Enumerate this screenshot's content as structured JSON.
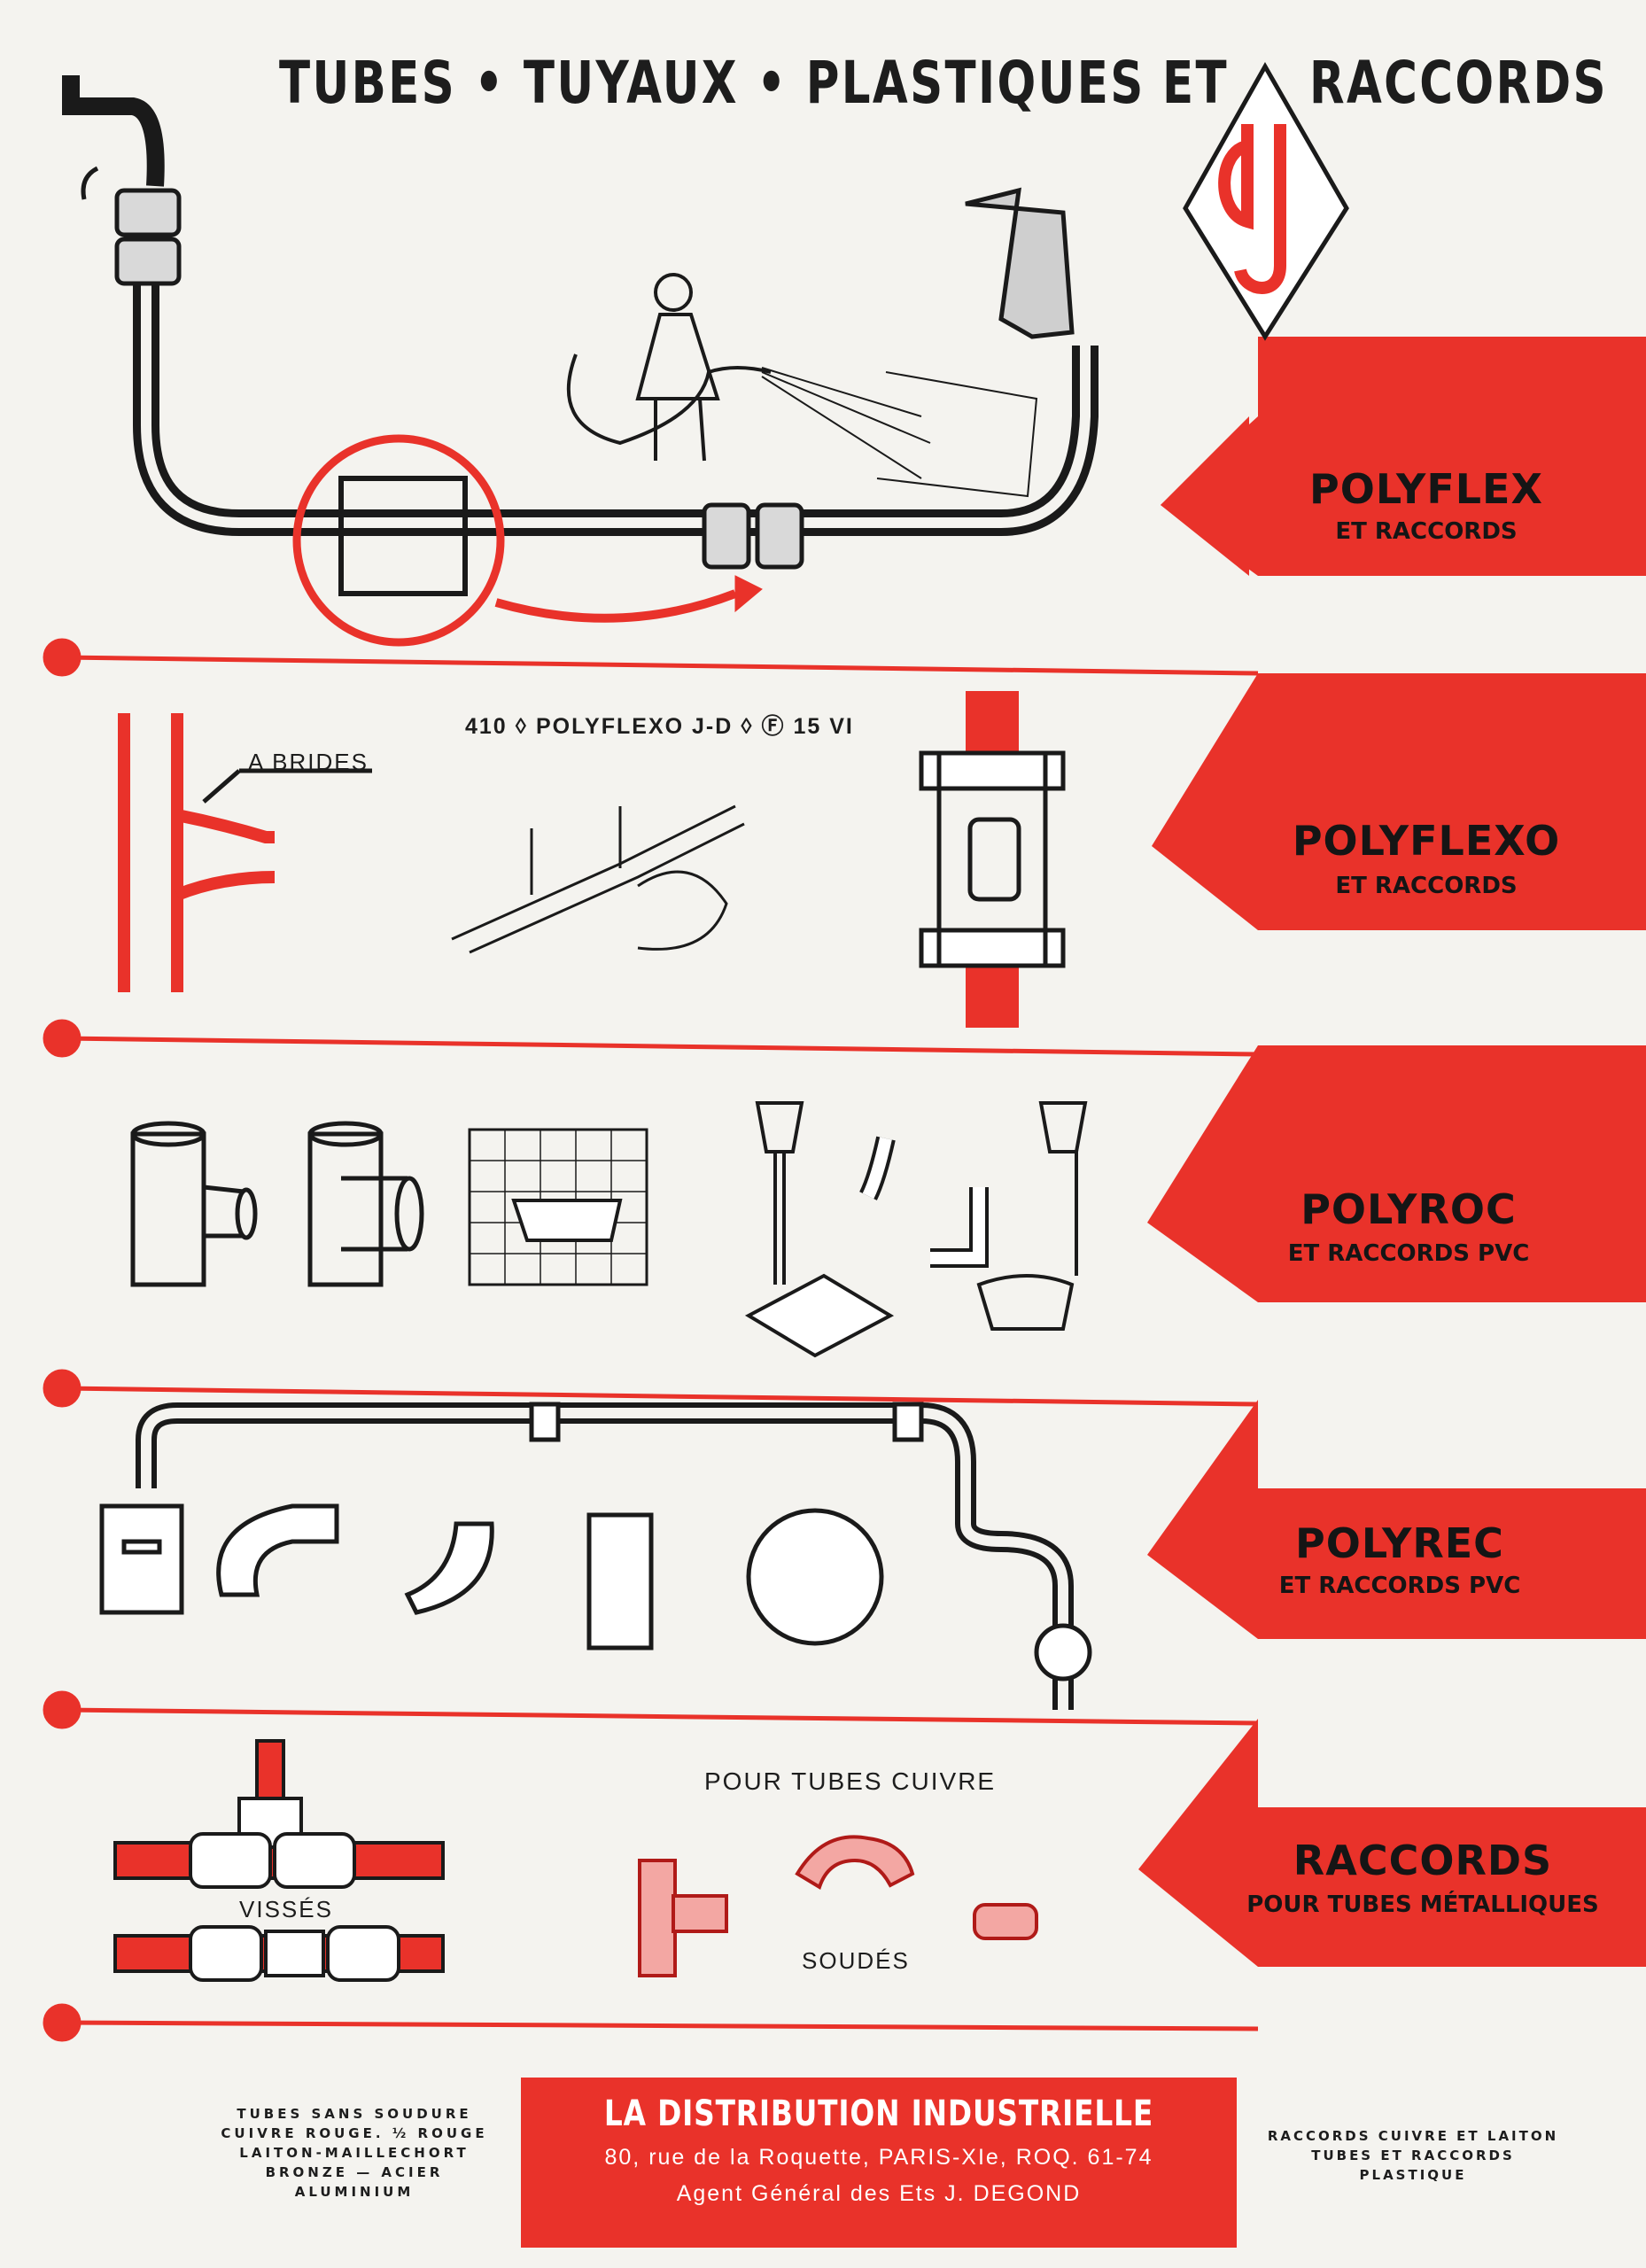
{
  "header": {
    "title_left": "TUBES • TUYAUX • PLASTIQUES",
    "title_et": "ET",
    "title_right": "RACCORDS"
  },
  "logo": {
    "name": "JD-logo",
    "letters": "JD"
  },
  "colors": {
    "accent_red": "#e9322a",
    "ink": "#1a1a1a",
    "paper": "#f4f3ef"
  },
  "products": [
    {
      "name": "POLYFLEX",
      "subtitle": "ET RACCORDS"
    },
    {
      "name": "POLYFLEXO",
      "subtitle": "ET RACCORDS"
    },
    {
      "name": "POLYROC",
      "subtitle": "ET RACCORDS PVC"
    },
    {
      "name": "POLYREC",
      "subtitle": "ET RACCORDS PVC"
    },
    {
      "name": "RACCORDS",
      "subtitle": "POUR TUBES MÉTALLIQUES"
    }
  ],
  "labels": {
    "brides": "A BRIDES",
    "marking": "410 ◊ POLYFLEXO J-D ◊ Ⓕ 15 VI",
    "pour_tubes_cuivre": "POUR TUBES CUIVRE",
    "visses": "VISSÉS",
    "soudes": "SOUDÉS"
  },
  "footer": {
    "left_list": [
      "TUBES SANS SOUDURE",
      "CUIVRE ROUGE. ½ ROUGE",
      "LAITON-MAILLECHORT",
      "BRONZE — ACIER",
      "ALUMINIUM"
    ],
    "company": "LA DISTRIBUTION INDUSTRIELLE",
    "address": "80, rue de la Roquette, PARIS-XIe, ROQ. 61-74",
    "agent": "Agent Général des Ets J. DEGOND",
    "right_list": [
      "RACCORDS CUIVRE ET LAITON",
      "TUBES ET RACCORDS",
      "PLASTIQUE"
    ]
  }
}
